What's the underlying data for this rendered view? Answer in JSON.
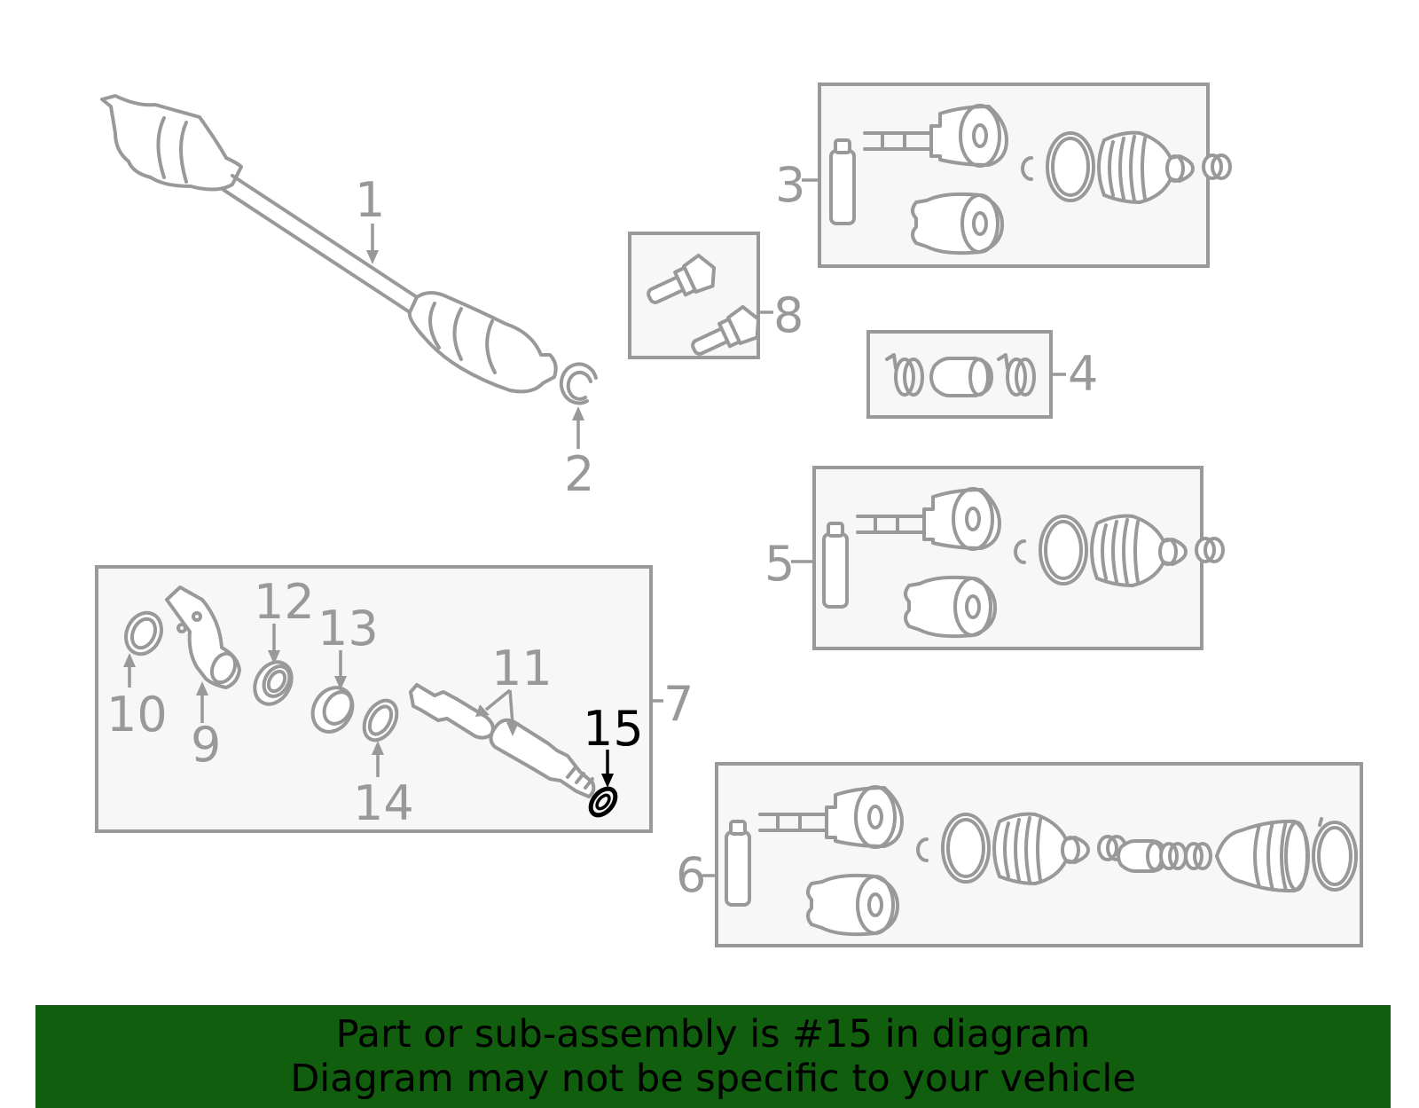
{
  "callouts": {
    "c1": "1",
    "c2": "2",
    "c3": "3",
    "c4": "4",
    "c5": "5",
    "c6": "6",
    "c7": "7",
    "c8": "8",
    "c9": "9",
    "c10": "10",
    "c11": "11",
    "c12": "12",
    "c13": "13",
    "c14": "14",
    "c15": "15"
  },
  "highlighted_callout": "15",
  "colors": {
    "part_stroke": "#999999",
    "highlight": "#000000",
    "banner_bg": "#115e0e",
    "box_fill": "#f7f7f7"
  },
  "banner": {
    "line1": "Part or sub-assembly is #15 in diagram",
    "line2": "Diagram may not be specific to your vehicle"
  }
}
